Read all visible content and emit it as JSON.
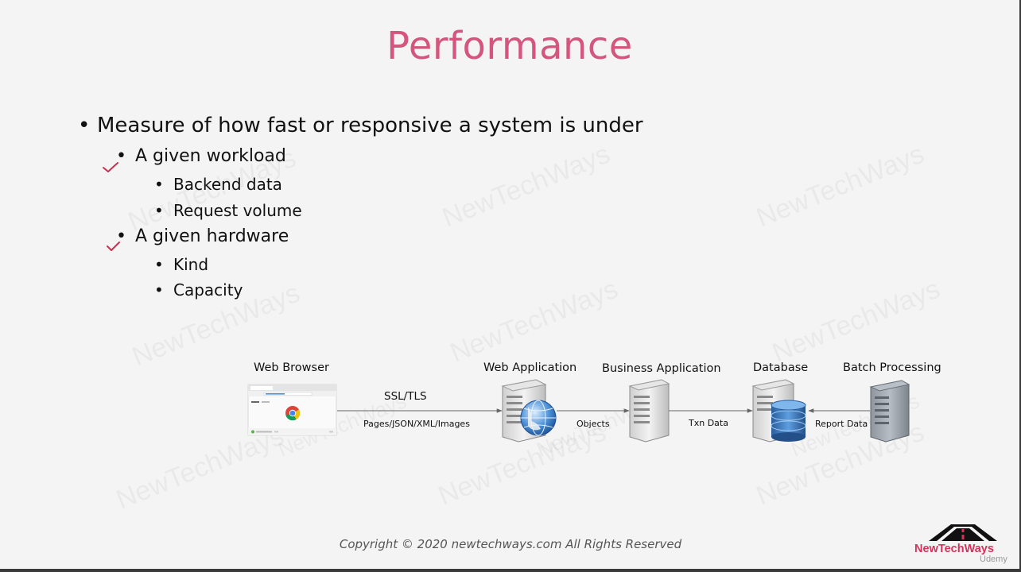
{
  "slide": {
    "title": "Performance",
    "watermark": "NewTechWays",
    "bullets": {
      "main": "Measure of how fast or responsive a system is under",
      "workload": "A given workload",
      "backend_data": "Backend data",
      "request_volume": "Request volume",
      "hardware": "A given hardware",
      "kind": "Kind",
      "capacity": "Capacity"
    },
    "accent_color": "#d4567e",
    "check_color": "#c8324f"
  },
  "diagram": {
    "nodes": {
      "web_browser": "Web Browser",
      "web_application": "Web Application",
      "business_application": "Business Application",
      "database": "Database",
      "batch_processing": "Batch Processing"
    },
    "edges": {
      "ssl": "SSL/TLS",
      "pages": "Pages/JSON/XML/Images",
      "objects": "Objects",
      "txn": "Txn Data",
      "report": "Report Data"
    }
  },
  "footer": {
    "copyright": "Copyright © 2020 newtechways.com All Rights Reserved",
    "logo": "NewTechWays",
    "udemy": "Udemy"
  }
}
